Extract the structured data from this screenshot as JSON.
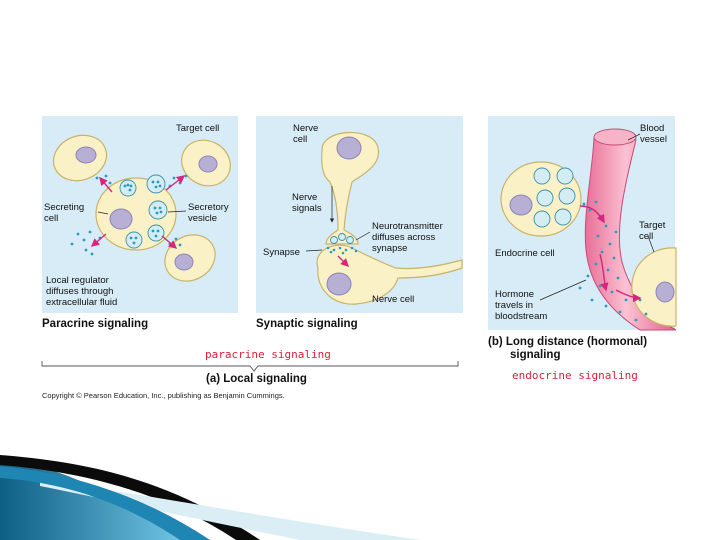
{
  "panels": {
    "paracrine": {
      "caption": "Paracrine signaling",
      "labels": {
        "target_cell": "Target cell",
        "secreting_cell_1": "Secreting",
        "secreting_cell_2": "cell",
        "secretory_vesicle_1": "Secretory",
        "secretory_vesicle_2": "vesicle",
        "local_regulator_1": "Local regulator",
        "local_regulator_2": "diffuses through",
        "local_regulator_3": "extracellular fluid"
      }
    },
    "synaptic": {
      "caption": "Synaptic signaling",
      "labels": {
        "nerve_cell_top_1": "Nerve",
        "nerve_cell_top_2": "cell",
        "nerve_signals_1": "Nerve",
        "nerve_signals_2": "signals",
        "neurotransmitter_1": "Neurotransmitter",
        "neurotransmitter_2": "diffuses across",
        "neurotransmitter_3": "synapse",
        "synapse": "Synapse",
        "nerve_cell_bottom": "Nerve cell"
      }
    },
    "hormonal": {
      "caption_1": "(b) Long distance (hormonal)",
      "caption_2": "signaling",
      "labels": {
        "blood_vessel_1": "Blood",
        "blood_vessel_2": "vessel",
        "target_cell_1": "Target",
        "target_cell_2": "cell",
        "endocrine_cell": "Endocrine cell",
        "hormone_1": "Hormone",
        "hormone_2": "travels in",
        "hormone_3": "bloodstream"
      }
    }
  },
  "annotations": {
    "paracrine_red": "paracrine signaling",
    "endocrine_red": "endocrine signaling"
  },
  "local_caption": "(a) Local signaling",
  "copyright": "Copyright © Pearson Education, Inc., publishing as Benjamin Cummings.",
  "colors": {
    "panel_bg": "#d7ecf7",
    "annotation_red": "#e0203a",
    "arrow_magenta": "#d8247b",
    "vessel_pink": "#f49bb8"
  }
}
